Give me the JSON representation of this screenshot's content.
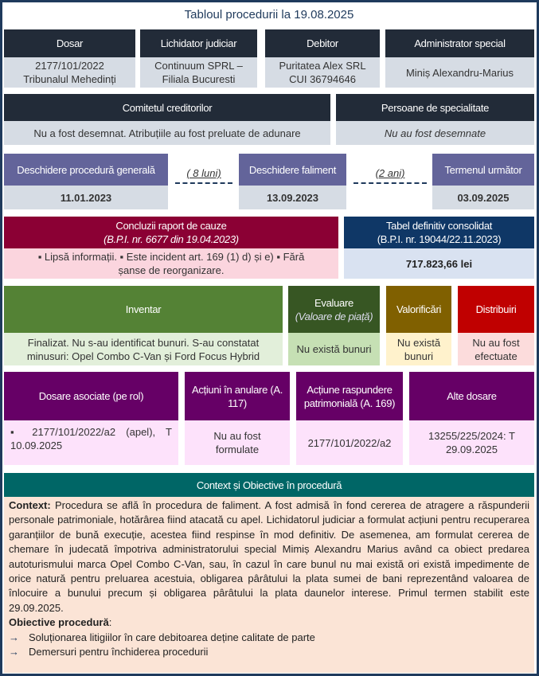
{
  "title": "Tabloul procedurii la 19.08.2025",
  "row1": [
    {
      "label": "Dosar",
      "lines": [
        "2177/101/2022",
        "Tribunalul Mehedinți"
      ]
    },
    {
      "label": "Lichidator judiciar",
      "lines": [
        "Continuum SPRL –",
        "Filiala Bucuresti"
      ]
    },
    {
      "label": "Debitor",
      "lines": [
        "Puritatea Alex SRL",
        "CUI 36794646"
      ]
    },
    {
      "label": "Administrator special",
      "lines": [
        "Miniș Alexandru-Marius"
      ]
    }
  ],
  "row2": [
    {
      "label": "Comitetul creditorilor",
      "value": "Nu a fost desemnat. Atribuțiile au fost preluate de adunare"
    },
    {
      "label": "Persoane de specialitate",
      "value": "Nu au fost desemnate"
    }
  ],
  "timeline": {
    "steps": [
      {
        "label": "Deschidere procedură generală",
        "date": "11.01.2023"
      },
      {
        "label": "Deschidere faliment",
        "date": "13.09.2023"
      },
      {
        "label": "Termenul următor",
        "date": "03.09.2025"
      }
    ],
    "gaps": [
      "( 8 luni)",
      "(2 ani)"
    ]
  },
  "cauze": {
    "label": "Concluzii raport de cauze",
    "sub": "(B.P.I.  nr. 6677 din 19.04.2023)",
    "value": "▪ Lipsă informații. ▪ Este incident art. 169 (1) d) și e) ▪ Fără șanse de reorganizare."
  },
  "tabel": {
    "label": "Tabel definitiv consolidat",
    "sub": "(B.P.I. nr. 19044/22.11.2023)",
    "value": "717.823,66 lei"
  },
  "assets": {
    "inventar": {
      "label": "Inventar",
      "value": "Finalizat. Nu s-au identificat bunuri. S-au constatat minusuri: Opel Combo C-Van și Ford Focus Hybrid"
    },
    "evaluare": {
      "label": "Evaluare",
      "sub": "(Valoare de piață)",
      "value": "Nu există bunuri"
    },
    "valorificari": {
      "label": "Valorificări",
      "value": "Nu există bunuri"
    },
    "distribuiri": {
      "label": "Distribuiri",
      "value": "Nu au fost efectuate"
    }
  },
  "dosare": [
    {
      "label": "Dosare asociate (pe rol)",
      "value": "▪   2177/101/2022/a2  (apel),  T 10.09.2025"
    },
    {
      "label": "Acțiuni în anulare (A. 117)",
      "value": "Nu au fost formulate"
    },
    {
      "label": "Acțiune raspundere patrimonială (A. 169)",
      "value": "2177/101/2022/a2"
    },
    {
      "label": "Alte dosare",
      "value": "13255/225/2024: T 29.09.2025"
    }
  ],
  "context": {
    "header": "Context și Obiective în procedură",
    "context_label": "Context:",
    "context_text": " Procedura se află în procedura de faliment. A fost admisă în fond cererea de atragere a răspunderii personale patrimoniale, hotărârea fiind atacată cu apel. Lichidatorul judiciar a formulat acțiuni pentru recuperarea garanțiilor de bună execuție, acestea fiind respinse în mod definitiv. De asemenea, am formulat cererea de chemare în judecată împotriva administratorului special Mimiș Alexandru Marius având ca obiect predarea autoturismului marca Opel Combo C-Van, sau, în cazul în care bunul nu mai există ori există impedimente de orice natură pentru preluarea acestuia, obligarea pârâtului la plata sumei de bani reprezentând valoarea de înlocuire a bunului precum și obligarea pârâtului la plata daunelor interese. Primul termen stabilit este 29.09.2025.",
    "obj_label": "Obiective procedură",
    "objectives": [
      "Soluționarea litigiilor în care debitoarea deține calitate de parte",
      "Demersuri pentru închiderea procedurii"
    ]
  }
}
